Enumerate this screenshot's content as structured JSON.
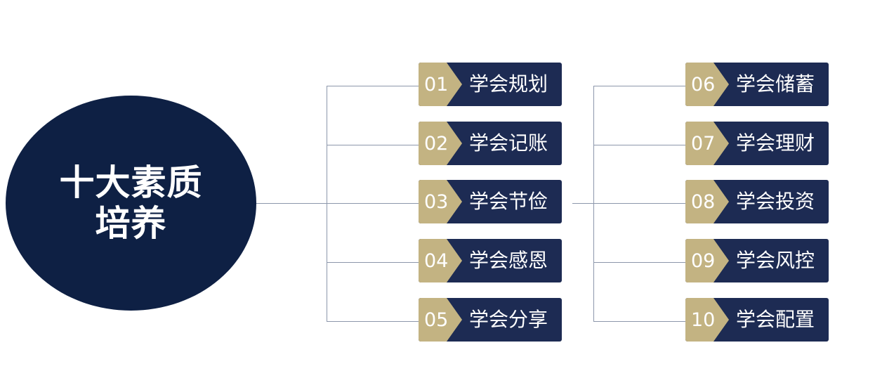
{
  "center": {
    "title": "十大素质培养"
  },
  "groups": [
    {
      "items": [
        {
          "num": "01",
          "label": "学会规划"
        },
        {
          "num": "02",
          "label": "学会记账"
        },
        {
          "num": "03",
          "label": "学会节俭"
        },
        {
          "num": "04",
          "label": "学会感恩"
        },
        {
          "num": "05",
          "label": "学会分享"
        }
      ]
    },
    {
      "items": [
        {
          "num": "06",
          "label": "学会储蓄"
        },
        {
          "num": "07",
          "label": "学会理财"
        },
        {
          "num": "08",
          "label": "学会投资"
        },
        {
          "num": "09",
          "label": "学会风控"
        },
        {
          "num": "10",
          "label": "学会配置"
        }
      ]
    }
  ],
  "colors": {
    "circle": "#0e2044",
    "box": "#1d2b53",
    "number_tab": "#c3b382",
    "connector": "#8c97ab"
  }
}
